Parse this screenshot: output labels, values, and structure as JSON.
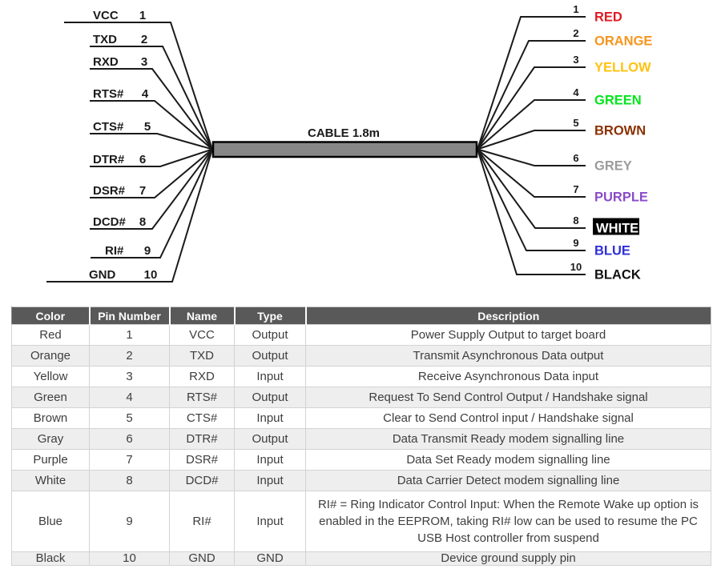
{
  "diagram": {
    "cable_label": "CABLE 1.8m",
    "cable_fill": "#878787",
    "wire_color": "#1a1a1a",
    "left_pins": [
      {
        "name": "VCC",
        "pin": "1"
      },
      {
        "name": "TXD",
        "pin": "2"
      },
      {
        "name": "RXD",
        "pin": "3"
      },
      {
        "name": "RTS#",
        "pin": "4"
      },
      {
        "name": "CTS#",
        "pin": "5"
      },
      {
        "name": "DTR#",
        "pin": "6"
      },
      {
        "name": "DSR#",
        "pin": "7"
      },
      {
        "name": "DCD#",
        "pin": "8"
      },
      {
        "name": "RI#",
        "pin": "9"
      },
      {
        "name": "GND",
        "pin": "10"
      }
    ],
    "right_wires": [
      {
        "pin": "1",
        "color_name": "RED",
        "hex": "#e01b24"
      },
      {
        "pin": "2",
        "color_name": "ORANGE",
        "hex": "#f7941d"
      },
      {
        "pin": "3",
        "color_name": "YELLOW",
        "hex": "#ffc20e"
      },
      {
        "pin": "4",
        "color_name": "GREEN",
        "hex": "#00e61a"
      },
      {
        "pin": "5",
        "color_name": "BROWN",
        "hex": "#8b3103"
      },
      {
        "pin": "6",
        "color_name": "GREY",
        "hex": "#9b9b9b"
      },
      {
        "pin": "7",
        "color_name": "PURPLE",
        "hex": "#8a4bc8"
      },
      {
        "pin": "8",
        "color_name": "WHITE",
        "hex": "#ffffff",
        "bg": "#000000"
      },
      {
        "pin": "9",
        "color_name": "BLUE",
        "hex": "#2f2fd8"
      },
      {
        "pin": "10",
        "color_name": "BLACK",
        "hex": "#111111"
      }
    ]
  },
  "table": {
    "headers": [
      "Color",
      "Pin Number",
      "Name",
      "Type",
      "Description"
    ],
    "rows": [
      {
        "color": "Red",
        "pin": "1",
        "name": "VCC",
        "type": "Output",
        "description": "Power Supply Output to target board"
      },
      {
        "color": "Orange",
        "pin": "2",
        "name": "TXD",
        "type": "Output",
        "description": "Transmit Asynchronous Data output"
      },
      {
        "color": "Yellow",
        "pin": "3",
        "name": "RXD",
        "type": "Input",
        "description": "Receive Asynchronous Data input"
      },
      {
        "color": "Green",
        "pin": "4",
        "name": "RTS#",
        "type": "Output",
        "description": "Request To Send Control Output / Handshake signal"
      },
      {
        "color": "Brown",
        "pin": "5",
        "name": "CTS#",
        "type": "Input",
        "description": "Clear to Send Control input / Handshake signal"
      },
      {
        "color": "Gray",
        "pin": "6",
        "name": "DTR#",
        "type": "Output",
        "description": "Data Transmit Ready modem signalling line"
      },
      {
        "color": "Purple",
        "pin": "7",
        "name": "DSR#",
        "type": "Input",
        "description": "Data Set Ready modem signalling line"
      },
      {
        "color": "White",
        "pin": "8",
        "name": "DCD#",
        "type": "Input",
        "description": "Data Carrier Detect modem signalling line"
      },
      {
        "color": "Blue",
        "pin": "9",
        "name": "RI#",
        "type": "Input",
        "description": "RI# = Ring Indicator Control Input: When the Remote Wake up option is enabled in the EEPROM, taking RI# low can be used to resume the PC USB Host controller from suspend"
      },
      {
        "color": "Black",
        "pin": "10",
        "name": "GND",
        "type": "GND",
        "description": "Device ground supply pin"
      }
    ]
  }
}
